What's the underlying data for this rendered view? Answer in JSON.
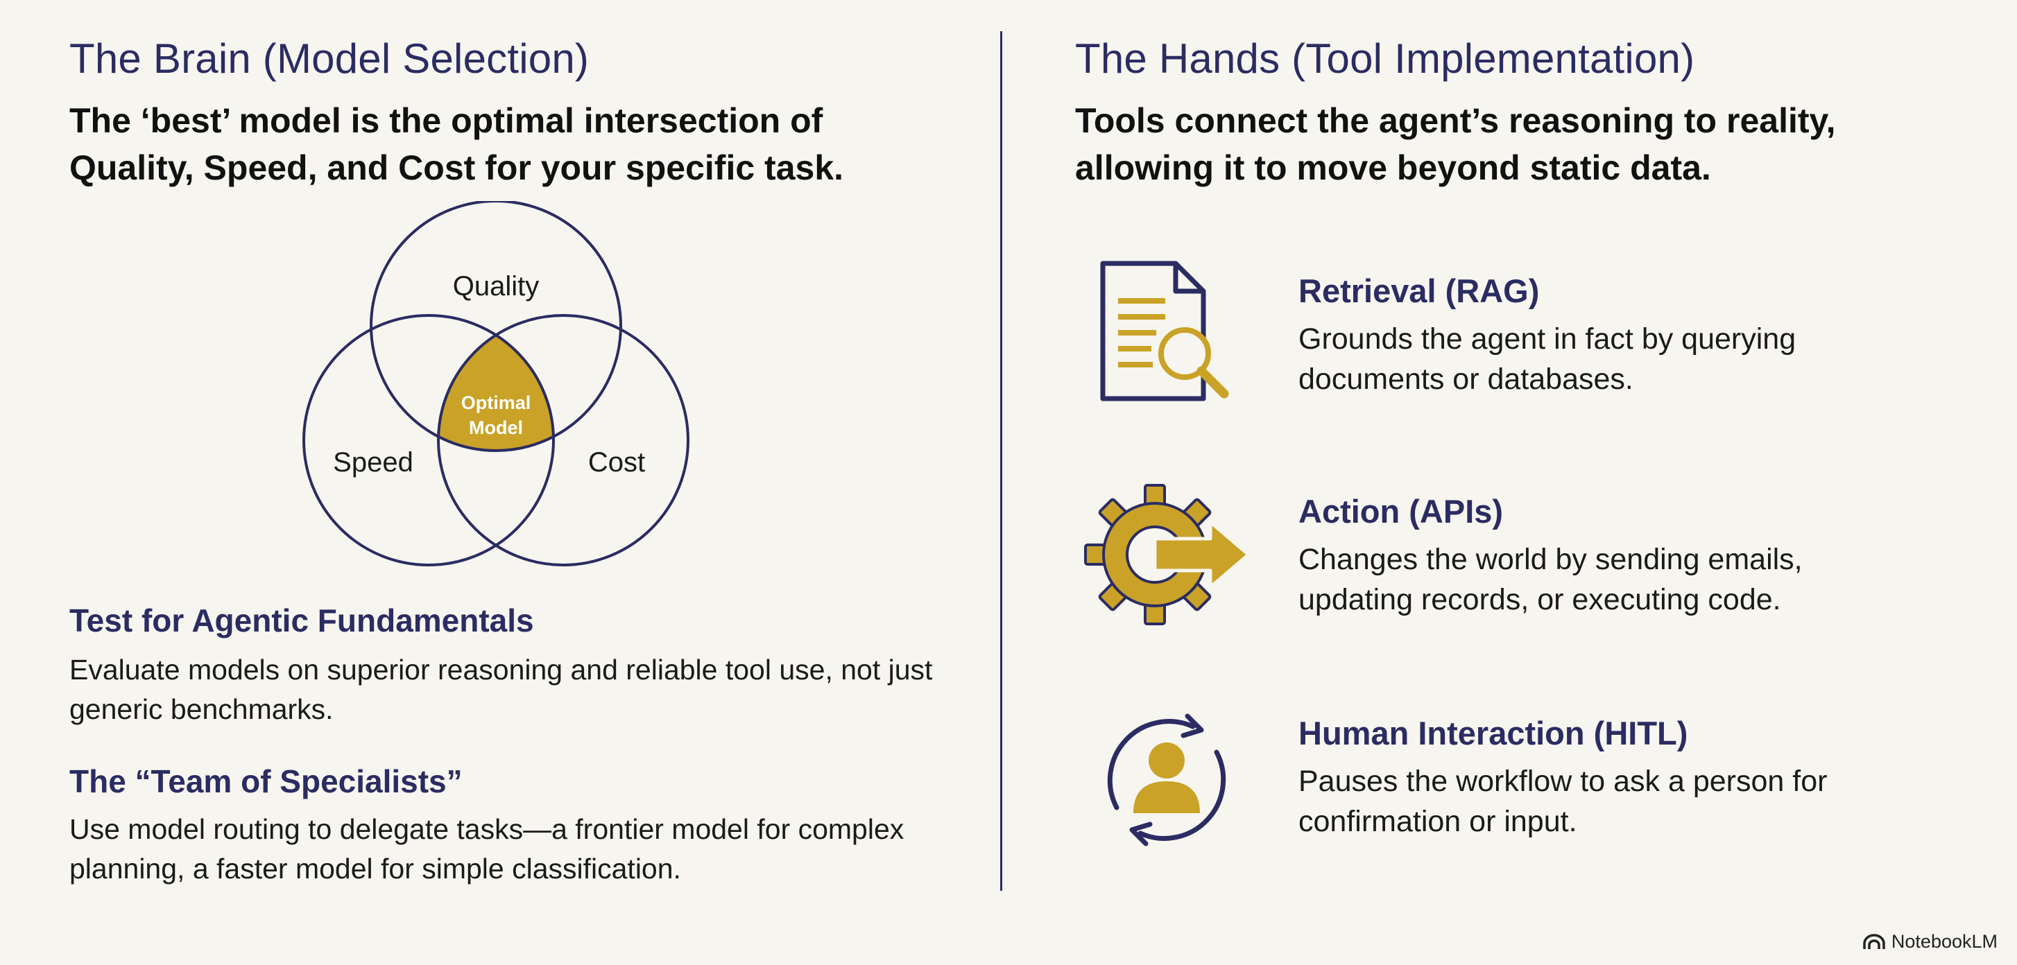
{
  "left": {
    "heading": "The Brain (Model Selection)",
    "lead": "The ‘best’ model is the optimal intersection of Quality, Speed, and Cost for your specific task.",
    "venn": {
      "top": "Quality",
      "left": "Speed",
      "right": "Cost",
      "center_line1": "Optimal",
      "center_line2": "Model"
    },
    "sections": [
      {
        "title": "Test for Agentic Fundamentals",
        "body": "Evaluate models on superior reasoning and reliable tool use, not just generic benchmarks."
      },
      {
        "title": "The “Team of Specialists”",
        "body": "Use model routing to delegate tasks—a frontier model for complex planning, a faster model for simple classification."
      }
    ]
  },
  "right": {
    "heading": "The Hands (Tool Implementation)",
    "lead": "Tools connect the agent’s reasoning to reality, allowing it to move beyond static data.",
    "tools": [
      {
        "title": "Retrieval (RAG)",
        "description": "Grounds the agent in fact by querying documents or databases.",
        "icon": "document-search-icon"
      },
      {
        "title": "Action (APIs)",
        "description": "Changes the world by sending emails, updating records, or executing code.",
        "icon": "gear-arrow-icon"
      },
      {
        "title": "Human Interaction (HITL)",
        "description": "Pauses the workflow to ask a person for confirmation or input.",
        "icon": "person-cycle-icon"
      }
    ]
  },
  "footer": {
    "brand": "NotebookLM"
  },
  "colors": {
    "navy": "#2a2c62",
    "gold": "#c9a227",
    "background": "#f7f5ef"
  }
}
